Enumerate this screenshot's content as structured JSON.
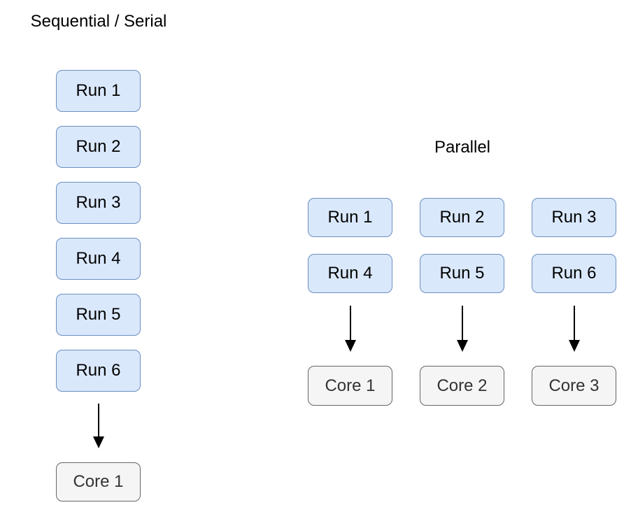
{
  "sequential": {
    "title": "Sequential / Serial",
    "runs": [
      "Run 1",
      "Run 2",
      "Run 3",
      "Run 4",
      "Run 5",
      "Run 6"
    ],
    "core": "Core 1"
  },
  "parallel": {
    "title": "Parallel",
    "columns": [
      {
        "runs": [
          "Run 1",
          "Run 4"
        ],
        "core": "Core 1"
      },
      {
        "runs": [
          "Run 2",
          "Run 5"
        ],
        "core": "Core 2"
      },
      {
        "runs": [
          "Run 3",
          "Run 6"
        ],
        "core": "Core 3"
      }
    ]
  },
  "colors": {
    "background": "#ffffff",
    "title_text": "#000000",
    "run_fill": "#dae8fc",
    "run_border": "#6c8ebf",
    "run_text": "#000000",
    "core_fill": "#f5f5f5",
    "core_border": "#666666",
    "core_text": "#333333",
    "arrow": "#000000"
  }
}
